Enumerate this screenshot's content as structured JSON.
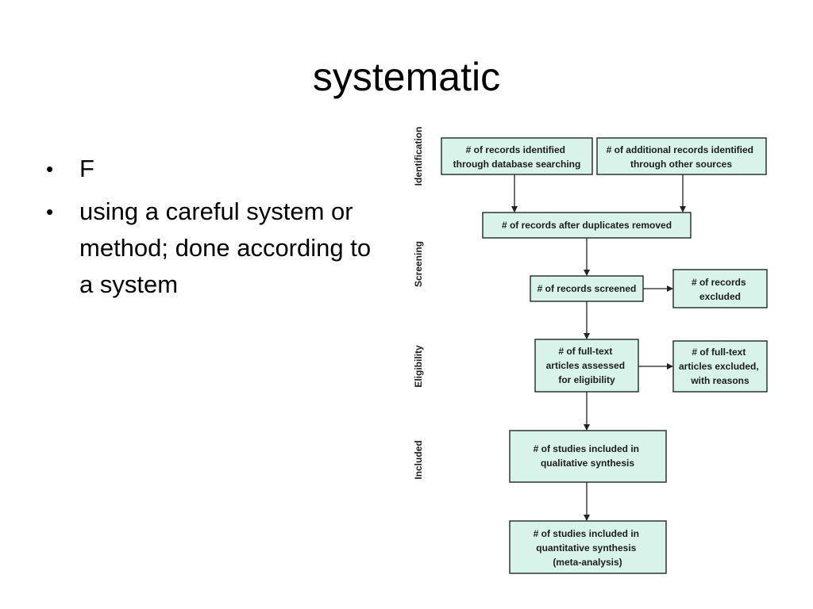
{
  "slide": {
    "title": "systematic",
    "bullets": [
      "F",
      "using a careful system or method; done according to a system"
    ]
  },
  "diagram": {
    "phases": [
      "Identification",
      "Screening",
      "Eligibility",
      "Included"
    ],
    "boxes": {
      "db_search": [
        "# of records identified",
        "through database searching"
      ],
      "other_sources": [
        "# of additional records identified",
        "through other sources"
      ],
      "dup_removed": [
        "# of records after duplicates removed"
      ],
      "screened": [
        "# of records screened"
      ],
      "excluded": [
        "# of records",
        "excluded"
      ],
      "fulltext_assessed": [
        "# of full-text",
        "articles assessed",
        "for eligibility"
      ],
      "fulltext_excluded": [
        "# of full-text",
        "articles excluded,",
        "with reasons"
      ],
      "qualitative": [
        "# of studies included in",
        "qualitative synthesis"
      ],
      "quantitative": [
        "# of studies included in",
        "quantitative synthesis",
        "(meta-analysis)"
      ]
    }
  }
}
